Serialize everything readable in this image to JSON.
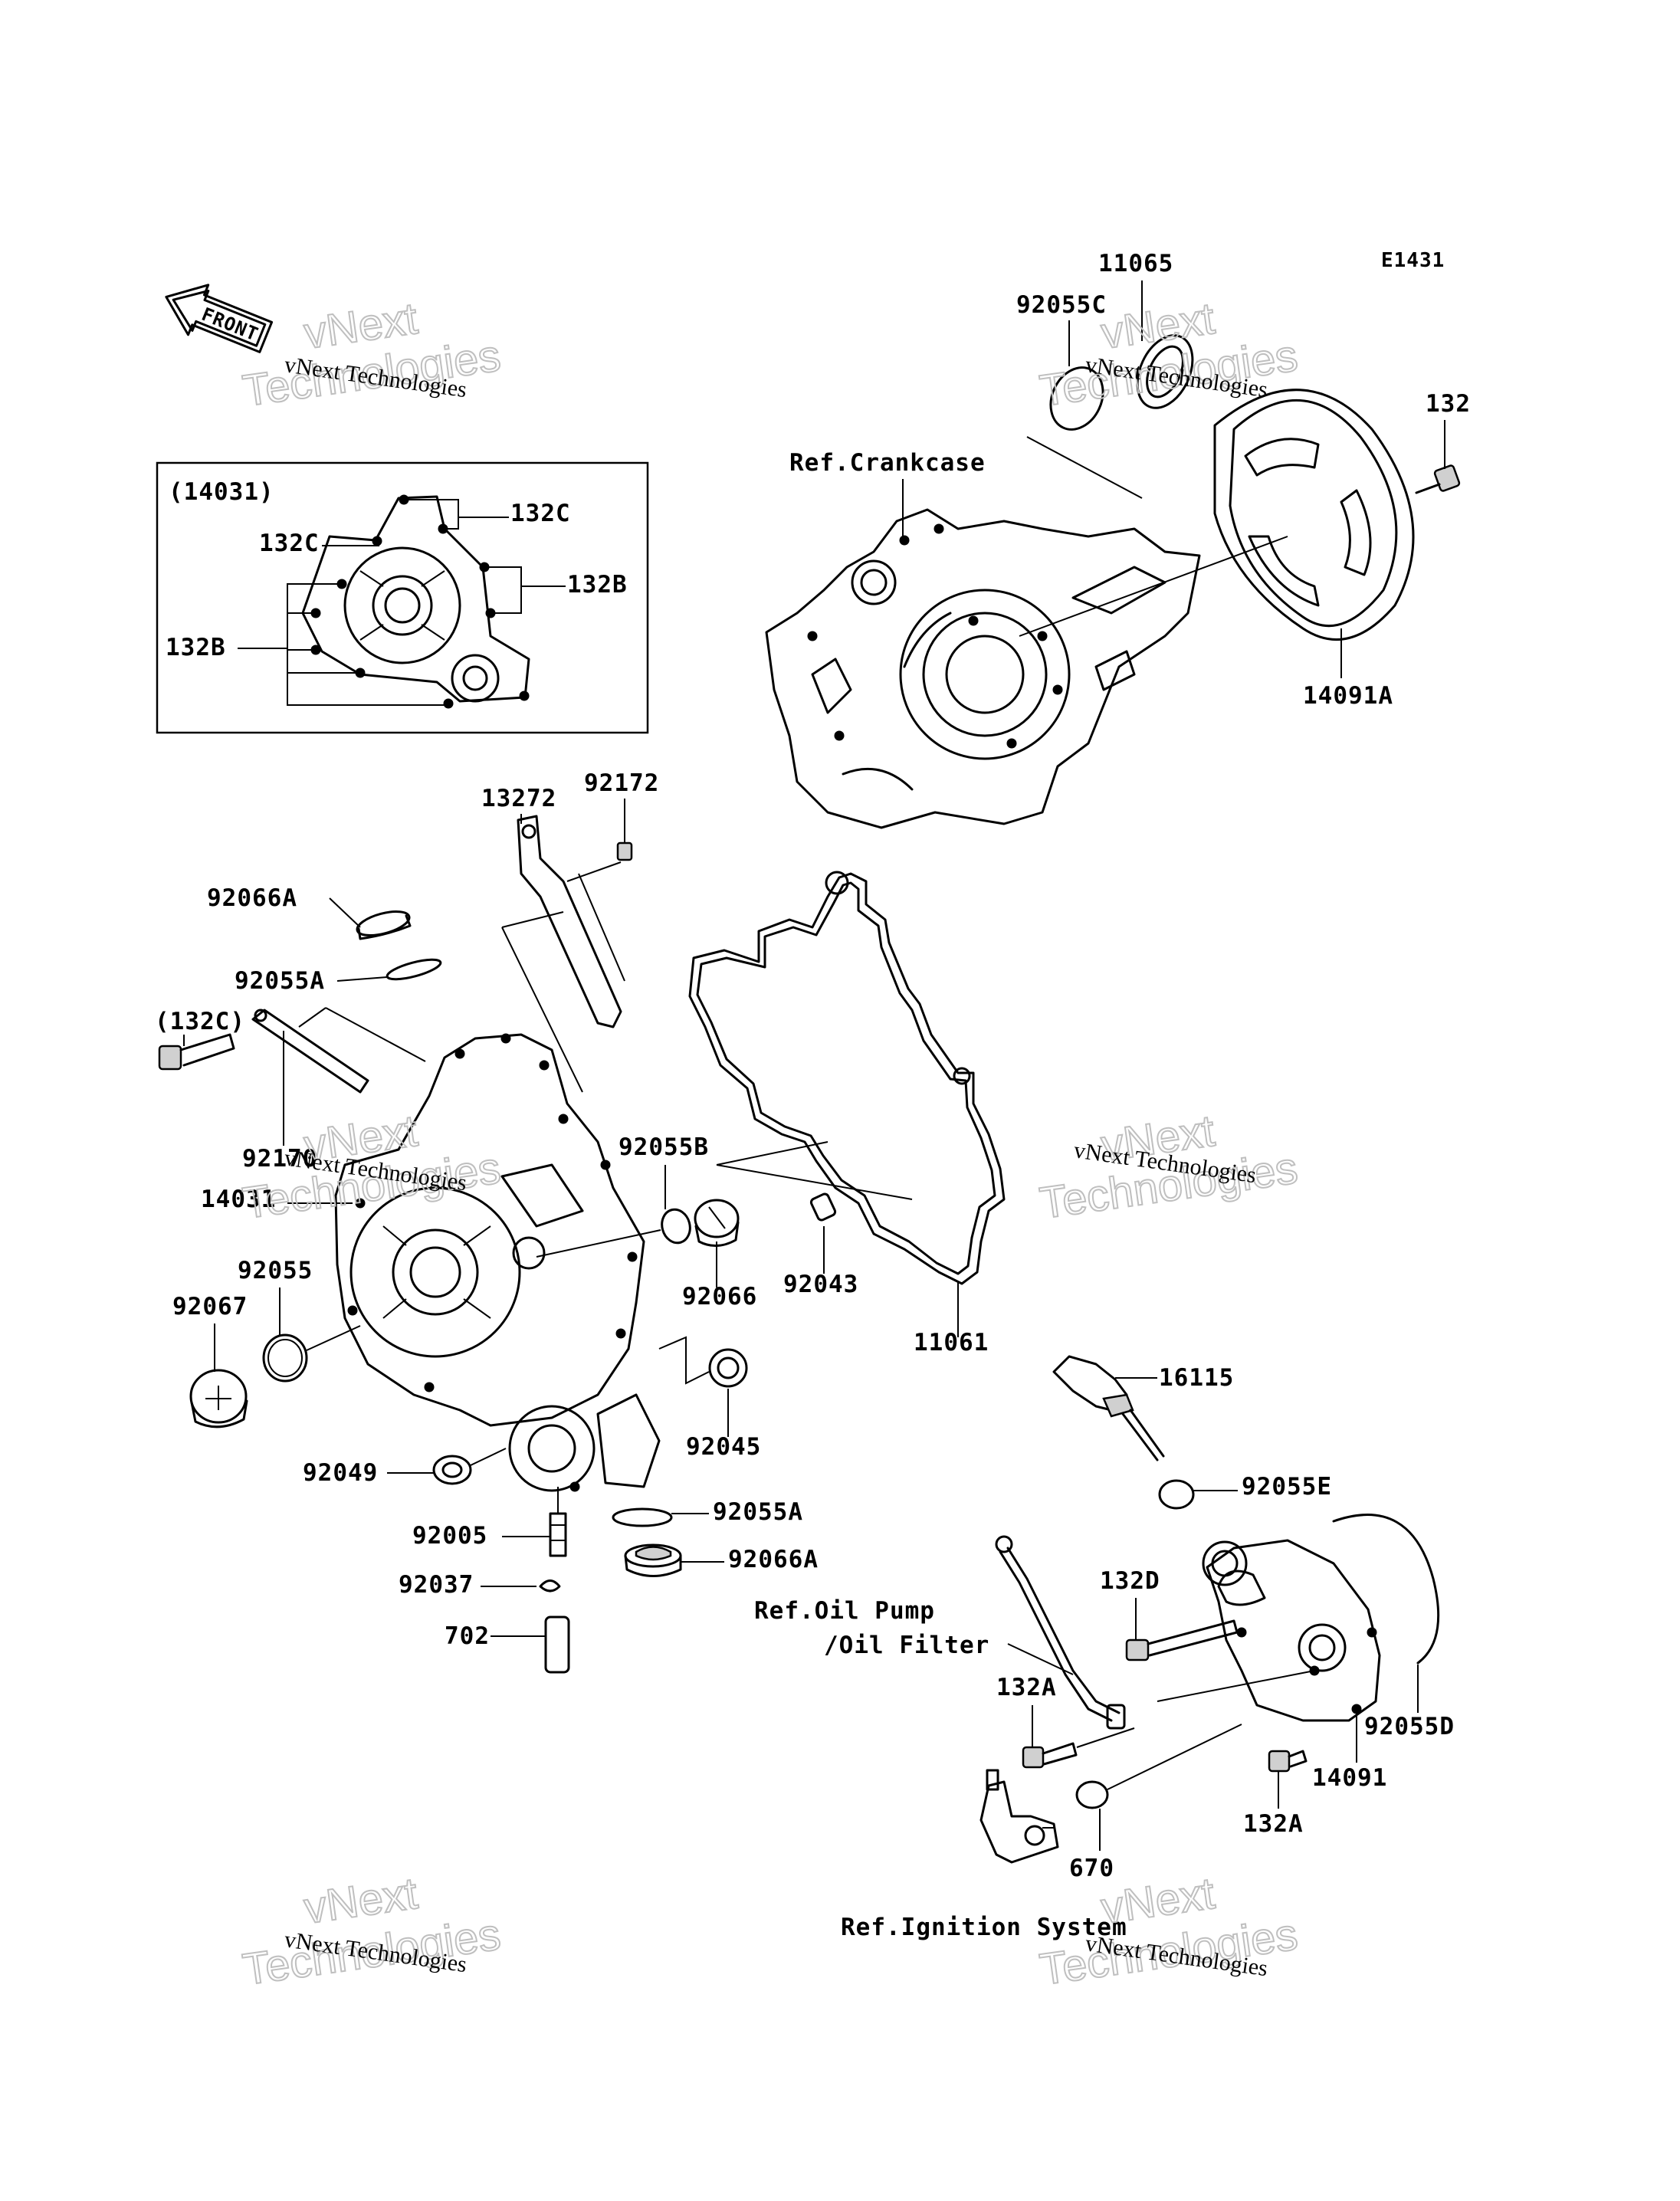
{
  "diagram_code": "E1431",
  "front_marker": "FRONT",
  "watermark": {
    "company": "vNext Technologies",
    "big_top": "vNext",
    "big_bottom": "Technologies"
  },
  "inset": {
    "title": "(14031)",
    "labels": [
      "132C",
      "132C",
      "132B",
      "132B"
    ]
  },
  "refs": {
    "crankcase": "Ref.Crankcase",
    "oil_pump": "Ref.Oil Pump",
    "oil_filter": "/Oil Filter",
    "ignition": "Ref.Ignition System"
  },
  "labels": {
    "p11065": "11065",
    "p92055C": "92055C",
    "p132": "132",
    "p14091A": "14091A",
    "p13272": "13272",
    "p92172": "92172",
    "p92066A_top": "92066A",
    "p92055A_top": "92055A",
    "p132C_paren": "(132C)",
    "p92170": "92170",
    "p14031": "14031",
    "p92055B": "92055B",
    "p92066": "92066",
    "p92043": "92043",
    "p11061": "11061",
    "p92055": "92055",
    "p92067": "92067",
    "p92045": "92045",
    "p92049": "92049",
    "p92005": "92005",
    "p92037": "92037",
    "p702": "702",
    "p92055A_bot": "92055A",
    "p92066A_bot": "92066A",
    "p16115": "16115",
    "p92055E": "92055E",
    "p132D": "132D",
    "p132A_left": "132A",
    "p92055D": "92055D",
    "p14091": "14091",
    "p132A_right": "132A",
    "p670": "670"
  }
}
